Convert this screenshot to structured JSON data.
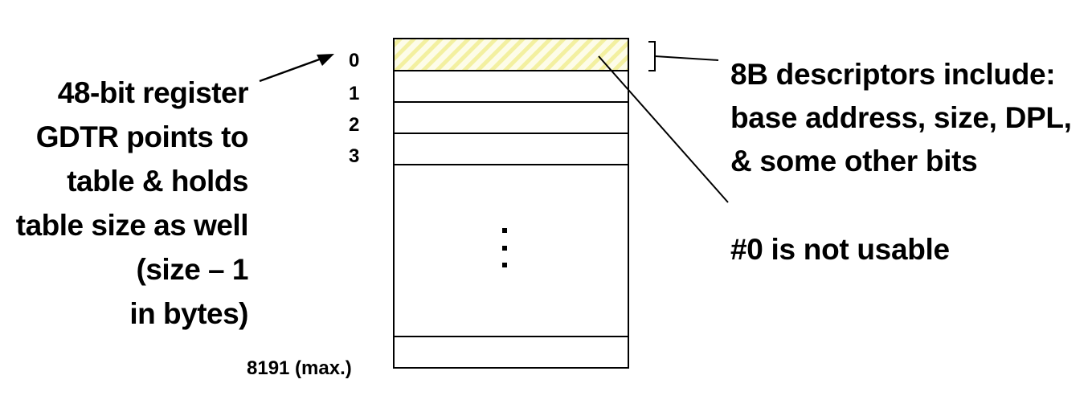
{
  "left_note": {
    "lines": [
      "48-bit register",
      "GDTR points to",
      "table & holds",
      "table size as well",
      "(size – 1",
      "in bytes)"
    ]
  },
  "right_note": {
    "lines": [
      "8B descriptors include:",
      "base address, size, DPL,",
      "& some other bits"
    ]
  },
  "bottom_note": "#0 is not usable",
  "table": {
    "indices": [
      "0",
      "1",
      "2",
      "3"
    ],
    "last_index": "8191 (max.)",
    "ellipsis": "⋮"
  },
  "colors": {
    "hatch": "#f3f0a0",
    "hatch_bg": "#fdfce8",
    "line": "#000000"
  }
}
